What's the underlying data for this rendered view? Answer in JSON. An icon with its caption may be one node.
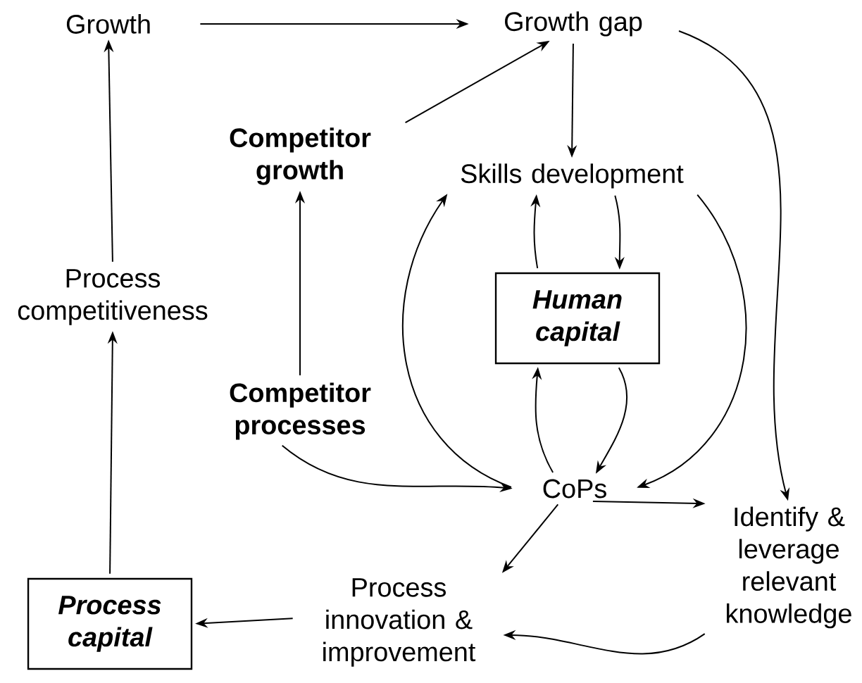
{
  "diagram": {
    "nodes": [
      {
        "text": [
          "Growth"
        ]
      },
      {
        "text": [
          "Growth gap"
        ]
      },
      {
        "text": [
          "Competitor growth"
        ]
      },
      {
        "text": [
          "Skills development"
        ]
      },
      {
        "text": [
          "Human capital"
        ]
      },
      {
        "text": [
          "Process competitiveness"
        ]
      },
      {
        "text": [
          "Competitor processes"
        ]
      },
      {
        "text": [
          "CoPs"
        ]
      },
      {
        "text": [
          "Identify & leverage relevant knowledge"
        ]
      },
      {
        "text": [
          "Process innovation & improvement"
        ]
      },
      {
        "text": [
          "Process capital"
        ]
      }
    ],
    "edges": [
      {
        "from": 0,
        "to": 1,
        "arrow": "to"
      },
      {
        "from": 2,
        "to": 1,
        "arrow": "to"
      },
      {
        "from": 1,
        "to": 3,
        "arrow": "to"
      },
      {
        "from": 3,
        "to": 4,
        "arrow": "to"
      },
      {
        "from": 4,
        "to": 3,
        "arrow": "to"
      },
      {
        "from": 7,
        "to": 3,
        "arrow": "to"
      },
      {
        "from": 3,
        "to": 7,
        "arrow": "to"
      },
      {
        "from": 7,
        "to": 4,
        "arrow": "to"
      },
      {
        "from": 4,
        "to": 7,
        "arrow": "to"
      },
      {
        "from": 1,
        "to": 8,
        "arrow": "to"
      },
      {
        "from": 6,
        "to": 7,
        "arrow": "to"
      },
      {
        "from": 6,
        "to": 2,
        "arrow": "to"
      },
      {
        "from": 7,
        "to": 9,
        "arrow": "to"
      },
      {
        "from": 7,
        "to": 8,
        "arrow": "to"
      },
      {
        "from": 8,
        "to": 9,
        "arrow": "to"
      },
      {
        "from": 9,
        "to": 10,
        "arrow": "to"
      },
      {
        "from": 10,
        "to": 5,
        "arrow": "to"
      },
      {
        "from": 5,
        "to": 0,
        "arrow": "to"
      }
    ]
  }
}
